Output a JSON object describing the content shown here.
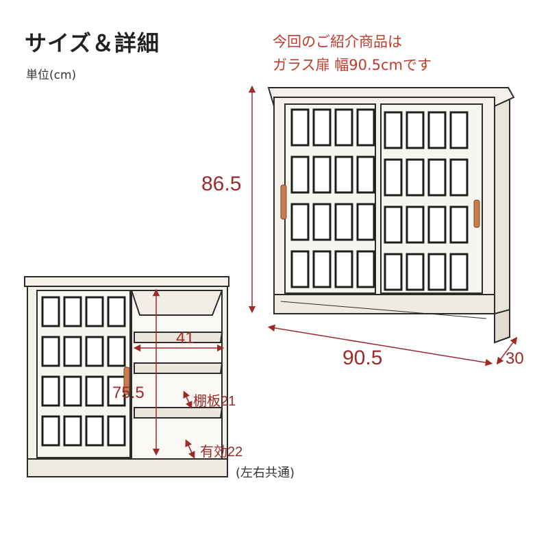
{
  "header": {
    "title": "サイズ＆詳細",
    "unit": "単位(cm)"
  },
  "note": {
    "line1": "今回のご紹介商品は",
    "line2": "ガラス扉 幅90.5cmです"
  },
  "dimensions": {
    "height": "86.5",
    "width": "90.5",
    "depth": "30",
    "inner_width": "41",
    "inner_height": "75.5",
    "shelf": "棚板21",
    "effective": "有効22",
    "common": "(左右共通)"
  },
  "colors": {
    "dimension": "#9b2b2b",
    "note": "#c0392b",
    "frame": "#2b2b2b",
    "wood": "#f4f1ea"
  }
}
